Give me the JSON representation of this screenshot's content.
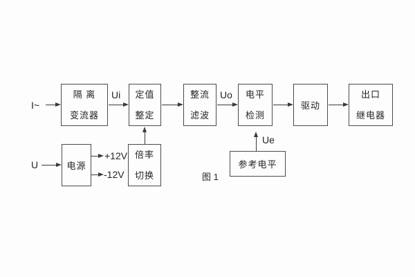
{
  "diagram": {
    "caption": "图 1",
    "inputs": {
      "current": "I~",
      "voltage": "U"
    },
    "boxes": {
      "isolation_transformer": "隔 离\n变流器",
      "setting_adjust": "定值\n整定",
      "rectify_filter": "整流\n滤波",
      "level_detect": "电平\n检测",
      "drive": "驱动",
      "output_relay": "出口\n继电器",
      "power_supply": "电源",
      "ratio_switch": "倍率\n切换",
      "reference_level": "参考电平"
    },
    "signals": {
      "ui": "Ui",
      "uo": "Uo",
      "ue": "Ue",
      "plus12": "+12V",
      "minus12": "-12V"
    },
    "colors": {
      "line": "#3a3a3a",
      "text": "#242424",
      "background": "#fdfdfd"
    }
  }
}
